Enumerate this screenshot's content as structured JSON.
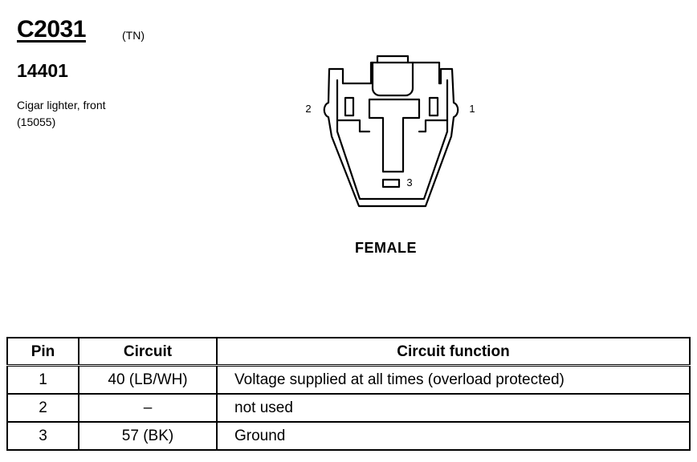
{
  "header": {
    "connector_id": "C2031",
    "location_code": "(TN)",
    "part_number": "14401",
    "description_lines": [
      "Cigar lighter, front",
      "(15055)"
    ]
  },
  "diagram": {
    "gender_label": "FEMALE",
    "pin_labels": {
      "pin1": "1",
      "pin2": "2",
      "pin3": "3"
    }
  },
  "table": {
    "headers": {
      "pin": "Pin",
      "circuit": "Circuit",
      "function": "Circuit function"
    },
    "rows": [
      {
        "pin": "1",
        "circuit": "40 (LB/WH)",
        "function": "Voltage supplied at all times (overload protected)"
      },
      {
        "pin": "2",
        "circuit": "–",
        "function": "not used"
      },
      {
        "pin": "3",
        "circuit": "57 (BK)",
        "function": "Ground"
      }
    ]
  }
}
